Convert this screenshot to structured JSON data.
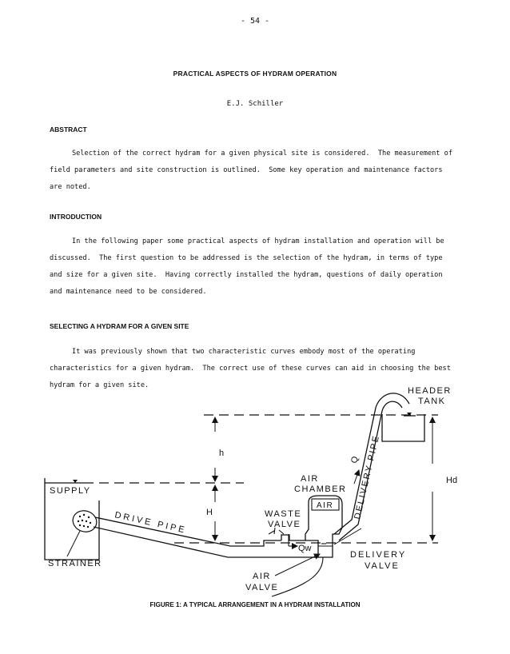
{
  "page_number": "- 54 -",
  "title": "PRACTICAL ASPECTS OF HYDRAM OPERATION",
  "author": "E.J. Schiller",
  "sections": {
    "abstract": {
      "heading": "ABSTRACT",
      "lines": [
        "Selection of the correct hydram for a given physical site is considered.  The measurement of",
        "field parameters and site construction is outlined.  Some key operation and maintenance factors",
        "are noted."
      ]
    },
    "introduction": {
      "heading": "INTRODUCTION",
      "lines": [
        "In the following paper some practical aspects of hydram installation and operation will be",
        "discussed.  The first question to be addressed is the selection of the hydram, in terms of type",
        "and size for a given site.  Having correctly installed the hydram, questions of daily operation",
        "and maintenance need to be considered."
      ]
    },
    "selecting": {
      "heading": "SELECTING A HYDRAM FOR A GIVEN SITE",
      "lines": [
        "It was previously shown that two characteristic curves embody most of the operating",
        "characteristics for a given hydram.  The correct use of these curves can aid in choosing the best",
        "hydram for a given site."
      ]
    }
  },
  "figure": {
    "labels": {
      "header_tank_1": "HEADER",
      "header_tank_2": "TANK",
      "h": "h",
      "H": "H",
      "Hd": "Hd",
      "supply": "SUPPLY",
      "air_chamber_1": "AIR",
      "air_chamber_2": "CHAMBER",
      "air_box": "AIR",
      "delivery_pipe": "DELIVERY PIPE",
      "Q": "Q",
      "waste_valve_1": "WASTE",
      "waste_valve_2": "VALVE",
      "qw": "Qw",
      "drive_pipe": "DRIVE PIPE",
      "strainer": "STRAINER",
      "delivery_valve_1": "DELIVERY",
      "delivery_valve_2": "VALVE",
      "air_valve_1": "AIR",
      "air_valve_2": "VALVE"
    },
    "caption": "FIGURE 1:  A TYPICAL ARRANGEMENT IN A HYDRAM INSTALLATION"
  }
}
